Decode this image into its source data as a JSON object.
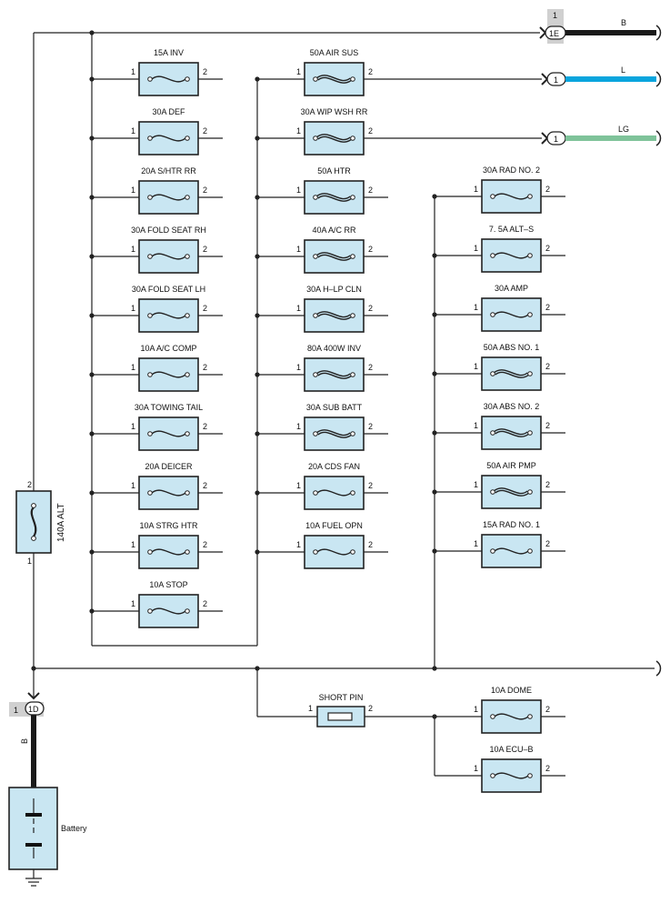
{
  "fuses": {
    "col1": [
      {
        "label": "15A INV",
        "type": "light"
      },
      {
        "label": "30A DEF",
        "type": "light"
      },
      {
        "label": "20A S/HTR RR",
        "type": "light"
      },
      {
        "label": "30A FOLD SEAT RH",
        "type": "light"
      },
      {
        "label": "30A FOLD SEAT LH",
        "type": "light"
      },
      {
        "label": "10A A/C COMP",
        "type": "light"
      },
      {
        "label": "30A TOWING TAIL",
        "type": "light"
      },
      {
        "label": "20A DEICER",
        "type": "light"
      },
      {
        "label": "10A STRG HTR",
        "type": "light"
      },
      {
        "label": "10A STOP",
        "type": "light"
      }
    ],
    "col2": [
      {
        "label": "50A AIR SUS",
        "type": "heavy"
      },
      {
        "label": "30A WIP WSH RR",
        "type": "heavy"
      },
      {
        "label": "50A HTR",
        "type": "heavy"
      },
      {
        "label": "40A A/C RR",
        "type": "heavy"
      },
      {
        "label": "30A H–LP CLN",
        "type": "heavy"
      },
      {
        "label": "80A 400W INV",
        "type": "heavy"
      },
      {
        "label": "30A SUB BATT",
        "type": "heavy"
      },
      {
        "label": "20A CDS FAN",
        "type": "light"
      },
      {
        "label": "10A FUEL OPN",
        "type": "light"
      }
    ],
    "col3": [
      {
        "label": "30A RAD NO. 2",
        "type": "light"
      },
      {
        "label": "7. 5A ALT–S",
        "type": "light"
      },
      {
        "label": "30A AMP",
        "type": "light"
      },
      {
        "label": "50A ABS NO. 1",
        "type": "heavy"
      },
      {
        "label": "30A ABS NO. 2",
        "type": "heavy"
      },
      {
        "label": "50A AIR PMP",
        "type": "heavy"
      },
      {
        "label": "15A RAD NO. 1",
        "type": "light"
      }
    ],
    "bottom": [
      {
        "label": "10A DOME",
        "type": "light"
      },
      {
        "label": "10A ECU–B",
        "type": "light"
      }
    ]
  },
  "pin_labels": {
    "one": "1",
    "two": "2"
  },
  "short_pin": {
    "label": "SHORT PIN"
  },
  "alternator_fuse": {
    "label": "140A ALT",
    "pin_top": "2",
    "pin_bottom": "1"
  },
  "connectors": [
    {
      "id": "1E",
      "pin": "1",
      "wire": "B",
      "color": "#1a1a1a"
    },
    {
      "id": "1",
      "wire": "L",
      "color": "#0aa5dd"
    },
    {
      "id": "1",
      "wire": "LG",
      "color": "#7fc39a"
    }
  ],
  "battery_connector": {
    "id": "1D",
    "pin": "1",
    "wire": "B"
  },
  "battery": {
    "label": "Battery"
  },
  "colors": {
    "fuse_fill": "#c9e6f2",
    "line": "#222222",
    "connector_tag": "#d0d0d0"
  }
}
